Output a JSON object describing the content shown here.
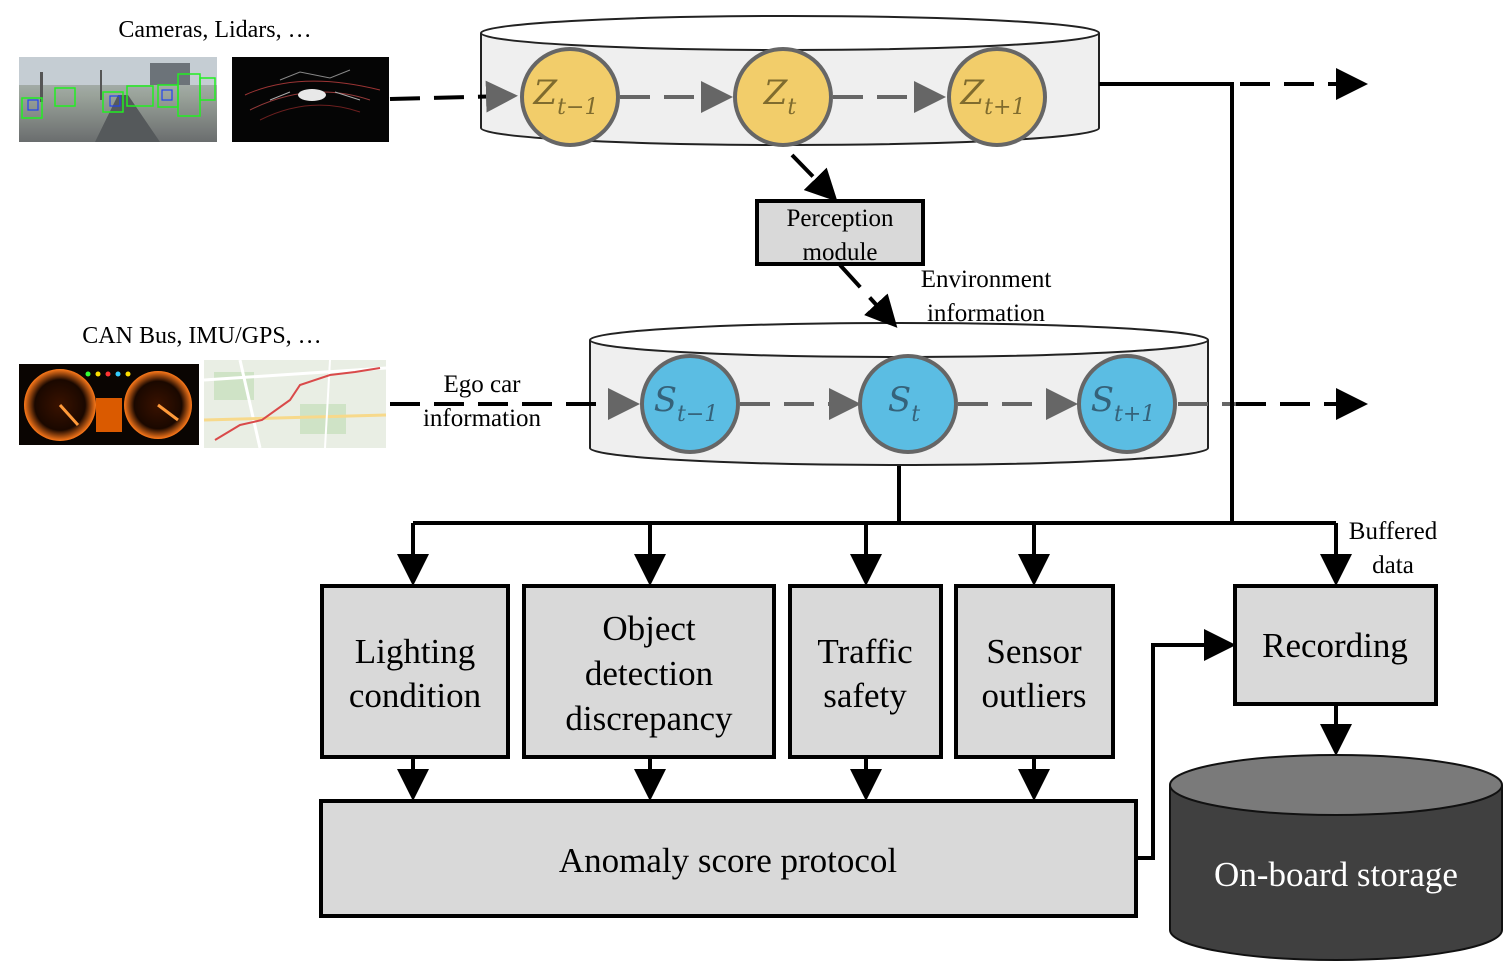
{
  "sources": {
    "sensors_label": "Cameras, Lidars, …",
    "vehicle_label": "CAN Bus, IMU/GPS, …"
  },
  "latent_states": [
    "Z_{t−1}",
    "Z_t",
    "Z_{t+1}"
  ],
  "latent_display": [
    {
      "base": "Z",
      "sub": "t−1"
    },
    {
      "base": "Z",
      "sub": "t"
    },
    {
      "base": "Z",
      "sub": "t+1"
    }
  ],
  "system_states": [
    {
      "base": "S",
      "sub": "t−1"
    },
    {
      "base": "S",
      "sub": "t"
    },
    {
      "base": "S",
      "sub": "t+1"
    }
  ],
  "perception": {
    "line1": "Perception",
    "line2": "module"
  },
  "environment_info": {
    "line1": "Environment",
    "line2": "information"
  },
  "ego_info": {
    "line1": "Ego car",
    "line2": "information"
  },
  "detectors": [
    {
      "lines": [
        "Lighting",
        "condition"
      ]
    },
    {
      "lines": [
        "Object",
        "detection",
        "discrepancy"
      ]
    },
    {
      "lines": [
        "Traffic",
        "safety"
      ]
    },
    {
      "lines": [
        "Sensor",
        "outliers"
      ]
    }
  ],
  "buffered": {
    "line1": "Buffered",
    "line2": "data"
  },
  "recording": "Recording",
  "anomaly_protocol": "Anomaly score protocol",
  "storage": "On-board storage",
  "colors": {
    "latent_fill": "#f2cd6a",
    "state_fill": "#5bbde3",
    "node_stroke": "#666666",
    "box_fill": "#d9d9d9",
    "storage_fill": "#404040"
  }
}
